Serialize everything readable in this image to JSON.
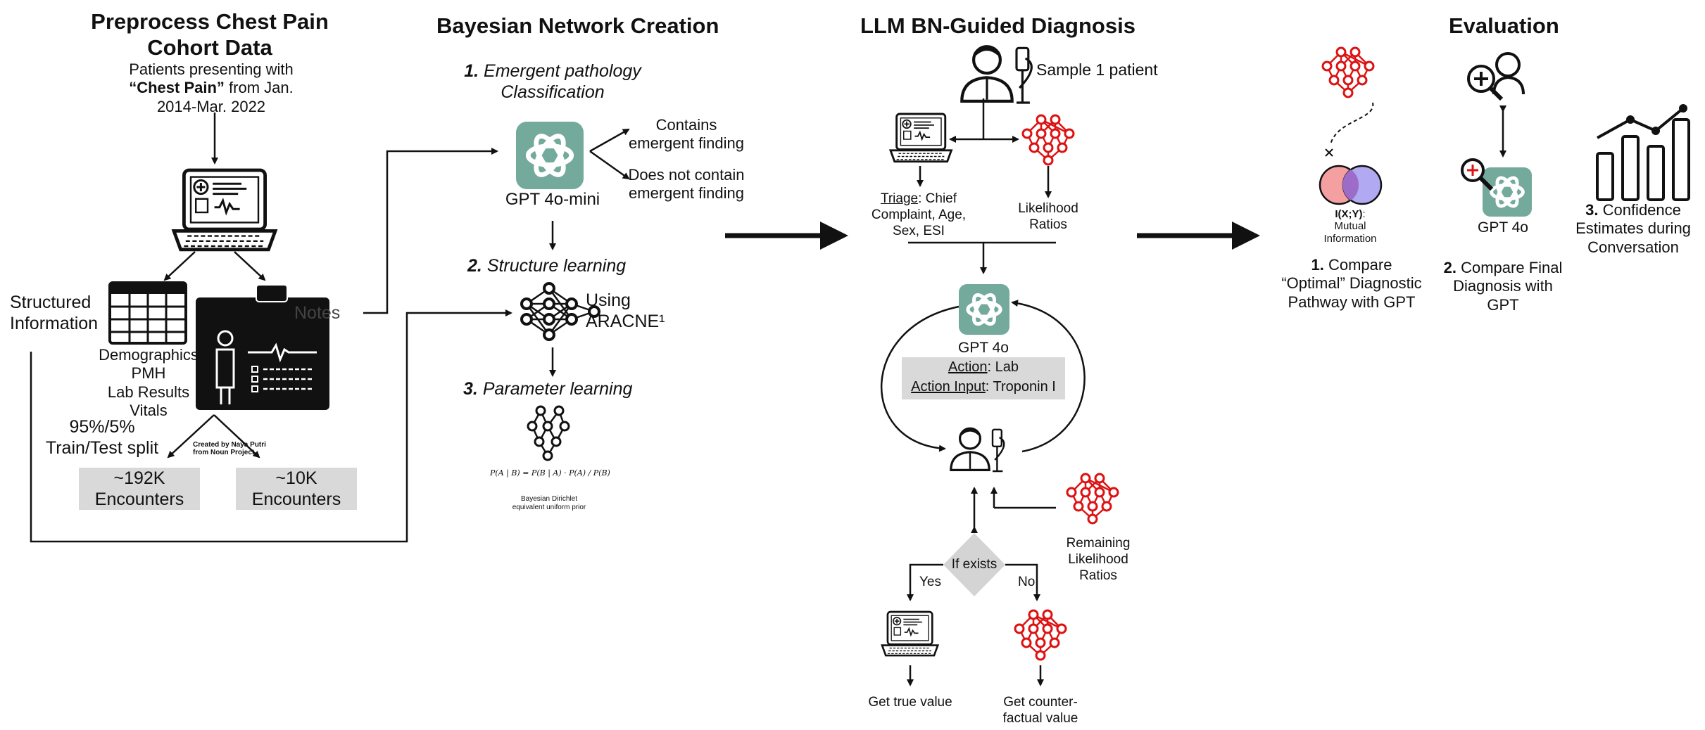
{
  "colors": {
    "gpt": "#74aa9c",
    "network_red": "#d11",
    "box_gray": "#d9d9d9",
    "venn_red": "#f4a0a0",
    "venn_blue": "#a8a0f0"
  },
  "section1": {
    "title_line1": "Preprocess Chest Pain",
    "title_line2": "Cohort Data",
    "intro_line1": "Patients presenting with",
    "intro_quote": "“Chest Pain”",
    "intro_line2_rest": " from Jan.",
    "intro_line3": "2014-Mar. 2022",
    "structured_line1": "Structured",
    "structured_line2": "Information",
    "notes_label": "Notes",
    "data_list": [
      "Demographics",
      "PMH",
      "Lab Results",
      "Vitals"
    ],
    "split_line1": "95%/5%",
    "split_line2": "Train/Test split",
    "icon_credit_line1": "Created by Naya Putri",
    "icon_credit_line2": "from Noun Project",
    "train_box_line1": "~192K",
    "train_box_line2": "Encounters",
    "test_box_line1": "~10K",
    "test_box_line2": "Encounters"
  },
  "section2": {
    "title": "Bayesian Network Creation",
    "step1_num": "1.",
    "step1_line1": "Emergent pathology",
    "step1_line2": "Classification",
    "contains_line1": "Contains",
    "contains_line2": "emergent finding",
    "notcontains_line1": "Does not contain",
    "notcontains_line2": "emergent finding",
    "model_label": "GPT 4o-mini",
    "step2_num": "2.",
    "step2_text": "Structure learning",
    "using_line1": "Using",
    "using_line2": "ARACNE¹",
    "step3_num": "3.",
    "step3_text": "Parameter learning",
    "formula": "P(A | B) = P(B | A) · P(A) / P(B)",
    "prior_line1": "Bayesian Dirichlet",
    "prior_line2": "equivalent uniform prior"
  },
  "section3": {
    "title": "LLM BN-Guided Diagnosis",
    "sample_label": "Sample 1 patient",
    "triage_prefix": "Triage",
    "triage_line1_rest": ": Chief",
    "triage_line2": "Complaint, Age,",
    "triage_line3": "Sex, ESI",
    "lr_line1": "Likelihood",
    "lr_line2": "Ratios",
    "model_label": "GPT 4o",
    "action_key": "Action",
    "action_value": ": Lab",
    "action_input_key": "Action Input",
    "action_input_value": ": Troponin I",
    "remaining_line1": "Remaining",
    "remaining_line2": "Likelihood",
    "remaining_line3": "Ratios",
    "decision": "If exists",
    "yes_label": "Yes",
    "no_label": "No",
    "true_value": "Get true value",
    "counter_line1": "Get counter-",
    "counter_line2": "factual value"
  },
  "section4": {
    "title": "Evaluation",
    "mi_symbol": "I(X;Y)",
    "mi_colon": ":",
    "mi_line2": "Mutual",
    "mi_line3": "Information",
    "eval1_num": "1.",
    "eval1_line1": " Compare",
    "eval1_line2": "“Optimal” Diagnostic",
    "eval1_line3": "Pathway with GPT",
    "model_label": "GPT 4o",
    "eval2_num": "2.",
    "eval2_line1": " Compare Final",
    "eval2_line2": "Diagnosis with",
    "eval2_line3": "GPT",
    "eval3_num": "3.",
    "eval3_line1": " Confidence",
    "eval3_line2": "Estimates during",
    "eval3_line3": "Conversation"
  }
}
